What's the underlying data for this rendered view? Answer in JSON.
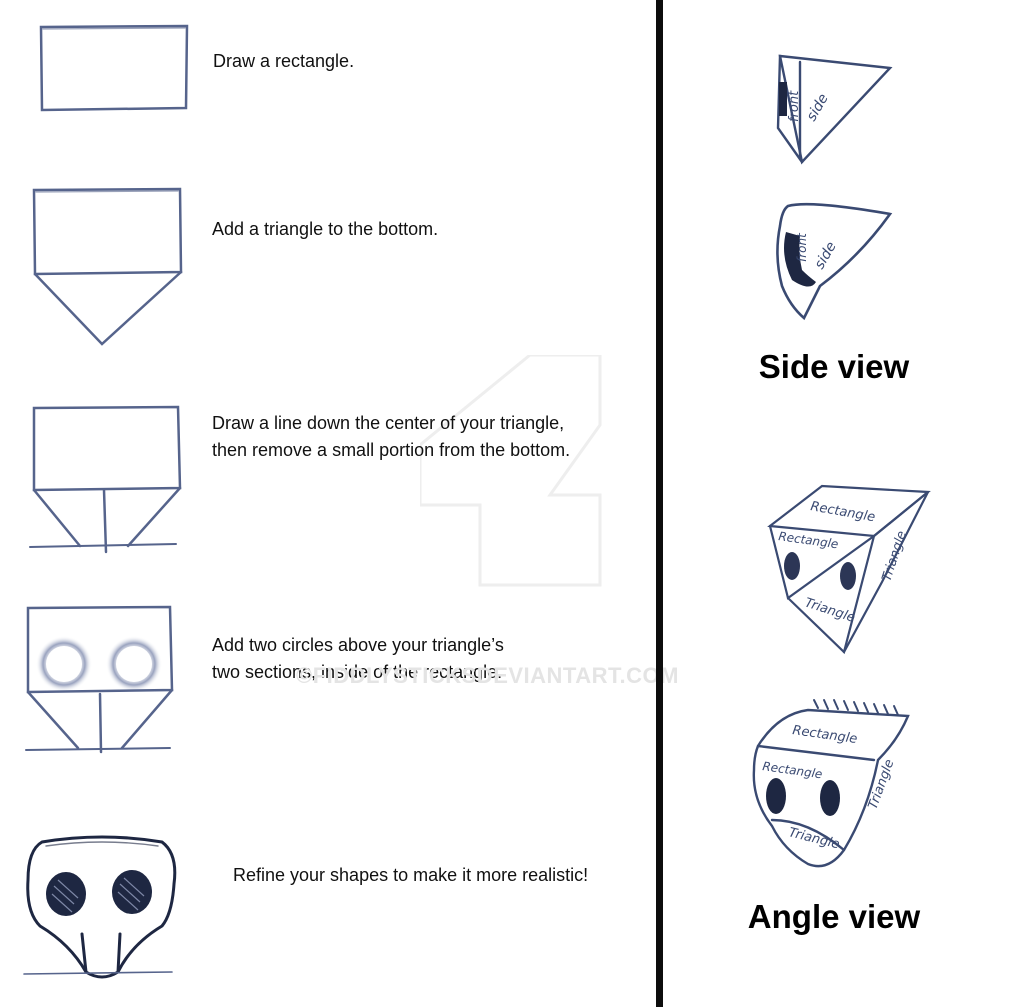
{
  "steps": [
    {
      "text": "Draw a rectangle."
    },
    {
      "text": "Add a triangle to the bottom."
    },
    {
      "text": "Draw a line down the center of your triangle,\nthen remove a small portion from the bottom."
    },
    {
      "text": "Add two circles above your triangle’s\ntwo sections, inside of the rectangle."
    },
    {
      "text": "Refine your shapes to make it more realistic!"
    }
  ],
  "side_view": {
    "caption": "Side view",
    "labels": {
      "front": "front",
      "side": "side"
    }
  },
  "angle_view": {
    "caption": "Angle view",
    "labels": {
      "top": "Rectangle",
      "front": "Rectangle",
      "right": "Triangle",
      "bottom": "Triangle"
    }
  },
  "watermark": {
    "text": "©FIDDLYSTICKSDEVIANTART.COM"
  },
  "colors": {
    "sketch": "#4a5880",
    "sketch_dark": "#1e2742",
    "text": "#111111",
    "divider": "#0d0d0d"
  }
}
